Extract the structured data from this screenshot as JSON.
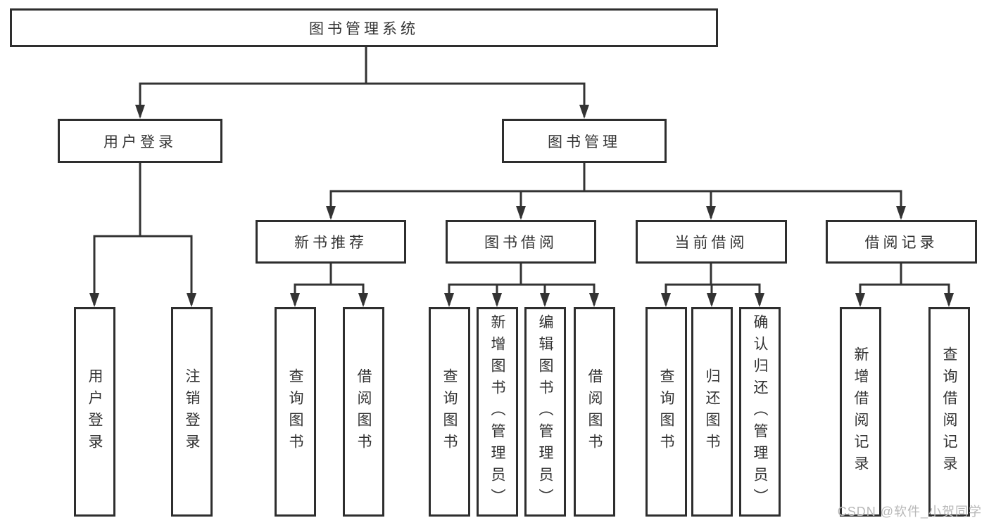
{
  "diagram_type": "hierarchy-tree",
  "tree": {
    "root": "图书管理系统",
    "children": [
      {
        "label": "用户登录",
        "children": [
          "用户登录",
          "注销登录"
        ]
      },
      {
        "label": "图书管理",
        "children": [
          {
            "label": "新书推荐",
            "children": [
              "查询图书",
              "借阅图书"
            ]
          },
          {
            "label": "图书借阅",
            "children": [
              "查询图书",
              "新增图书（管理员）",
              "编辑图书（管理员）",
              "借阅图书"
            ]
          },
          {
            "label": "当前借阅",
            "children": [
              "查询图书",
              "归还图书",
              "确认归还（管理员）"
            ]
          },
          {
            "label": "借阅记录",
            "children": [
              "新增借阅记录",
              "查询借阅记录"
            ]
          }
        ]
      }
    ]
  },
  "watermark": {
    "text": "CSDN @软件_小贺同学"
  },
  "colors": {
    "box_border": "#2e2e2e",
    "connector_line": "#333333",
    "text": "#333333",
    "watermark_text": "#b8b8b8",
    "background": "#ffffff"
  }
}
